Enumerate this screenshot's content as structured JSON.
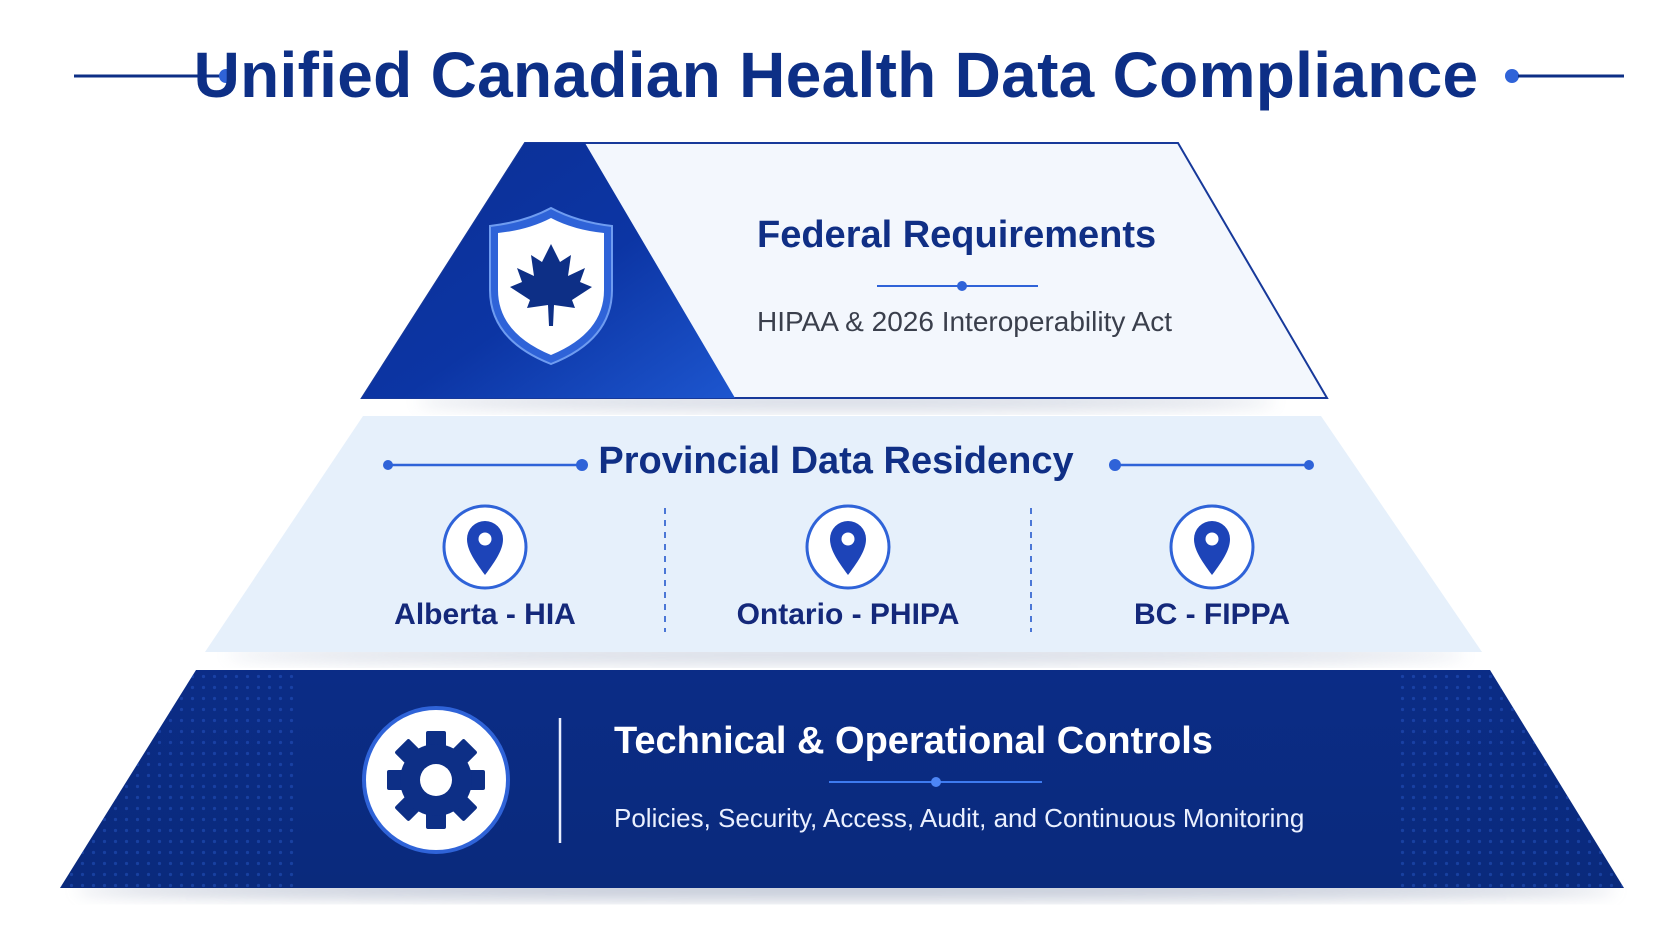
{
  "title": "Unified Canadian Health Data Compliance",
  "tiers": {
    "federal": {
      "heading": "Federal Requirements",
      "subtitle": "HIPAA & 2026 Interoperability Act",
      "icon": "maple-leaf-shield-icon"
    },
    "provincial": {
      "heading": "Provincial Data Residency",
      "regions": [
        {
          "label": "Alberta - HIA",
          "icon": "location-pin-icon"
        },
        {
          "label": "Ontario - PHIPA",
          "icon": "location-pin-icon"
        },
        {
          "label": "BC - FIPPA",
          "icon": "location-pin-icon"
        }
      ]
    },
    "controls": {
      "heading": "Technical & Operational Controls",
      "subtitle": "Policies, Security, Access, Audit, and Continuous Monitoring",
      "icon": "gear-icon"
    }
  },
  "colors": {
    "navy": "#0d2f86",
    "blue": "#2f63d8",
    "light_panel": "#e6f0fb",
    "base_panel": "#0a2c82"
  }
}
